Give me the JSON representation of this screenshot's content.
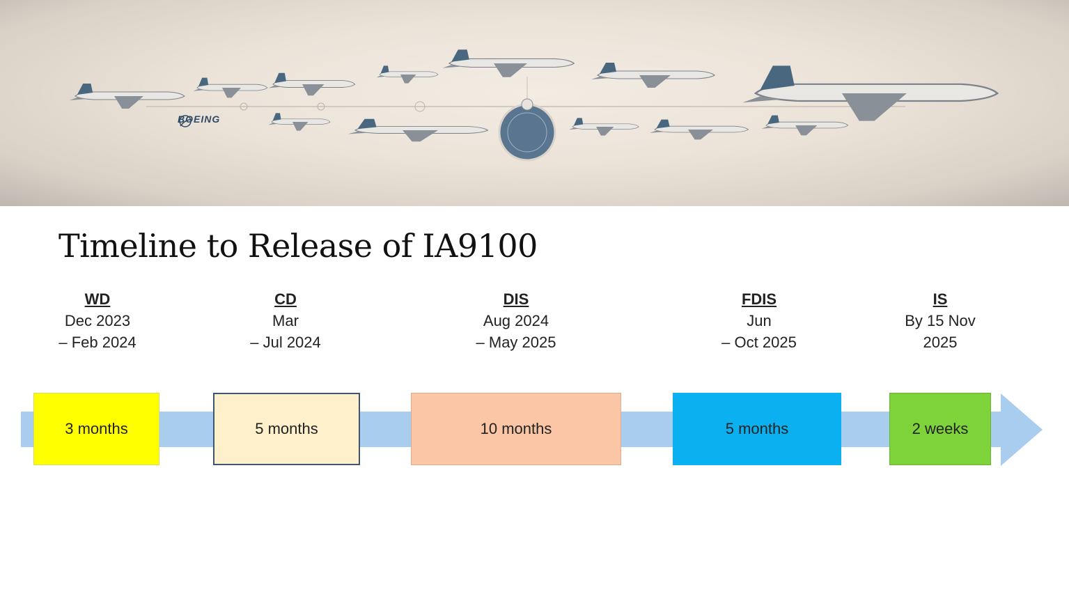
{
  "banner": {
    "logo_text": "BOEING"
  },
  "title": "Timeline to Release of IA9100",
  "stages": [
    {
      "abbr": "WD",
      "line1": "Dec 2023",
      "line2": "– Feb 2024",
      "duration": "3 months",
      "color": "#ffff00"
    },
    {
      "abbr": "CD",
      "line1": "Mar",
      "line2": "– Jul 2024",
      "duration": "5 months",
      "color": "#fff0cc"
    },
    {
      "abbr": "DIS",
      "line1": "Aug 2024",
      "line2": "– May 2025",
      "duration": "10 months",
      "color": "#fbc6a6"
    },
    {
      "abbr": "FDIS",
      "line1": "Jun",
      "line2": "– Oct 2025",
      "duration": "5 months",
      "color": "#0bb0f0"
    },
    {
      "abbr": "IS",
      "line1": "By 15 Nov",
      "line2": "2025",
      "duration": "2 weeks",
      "color": "#7ed23a"
    }
  ]
}
